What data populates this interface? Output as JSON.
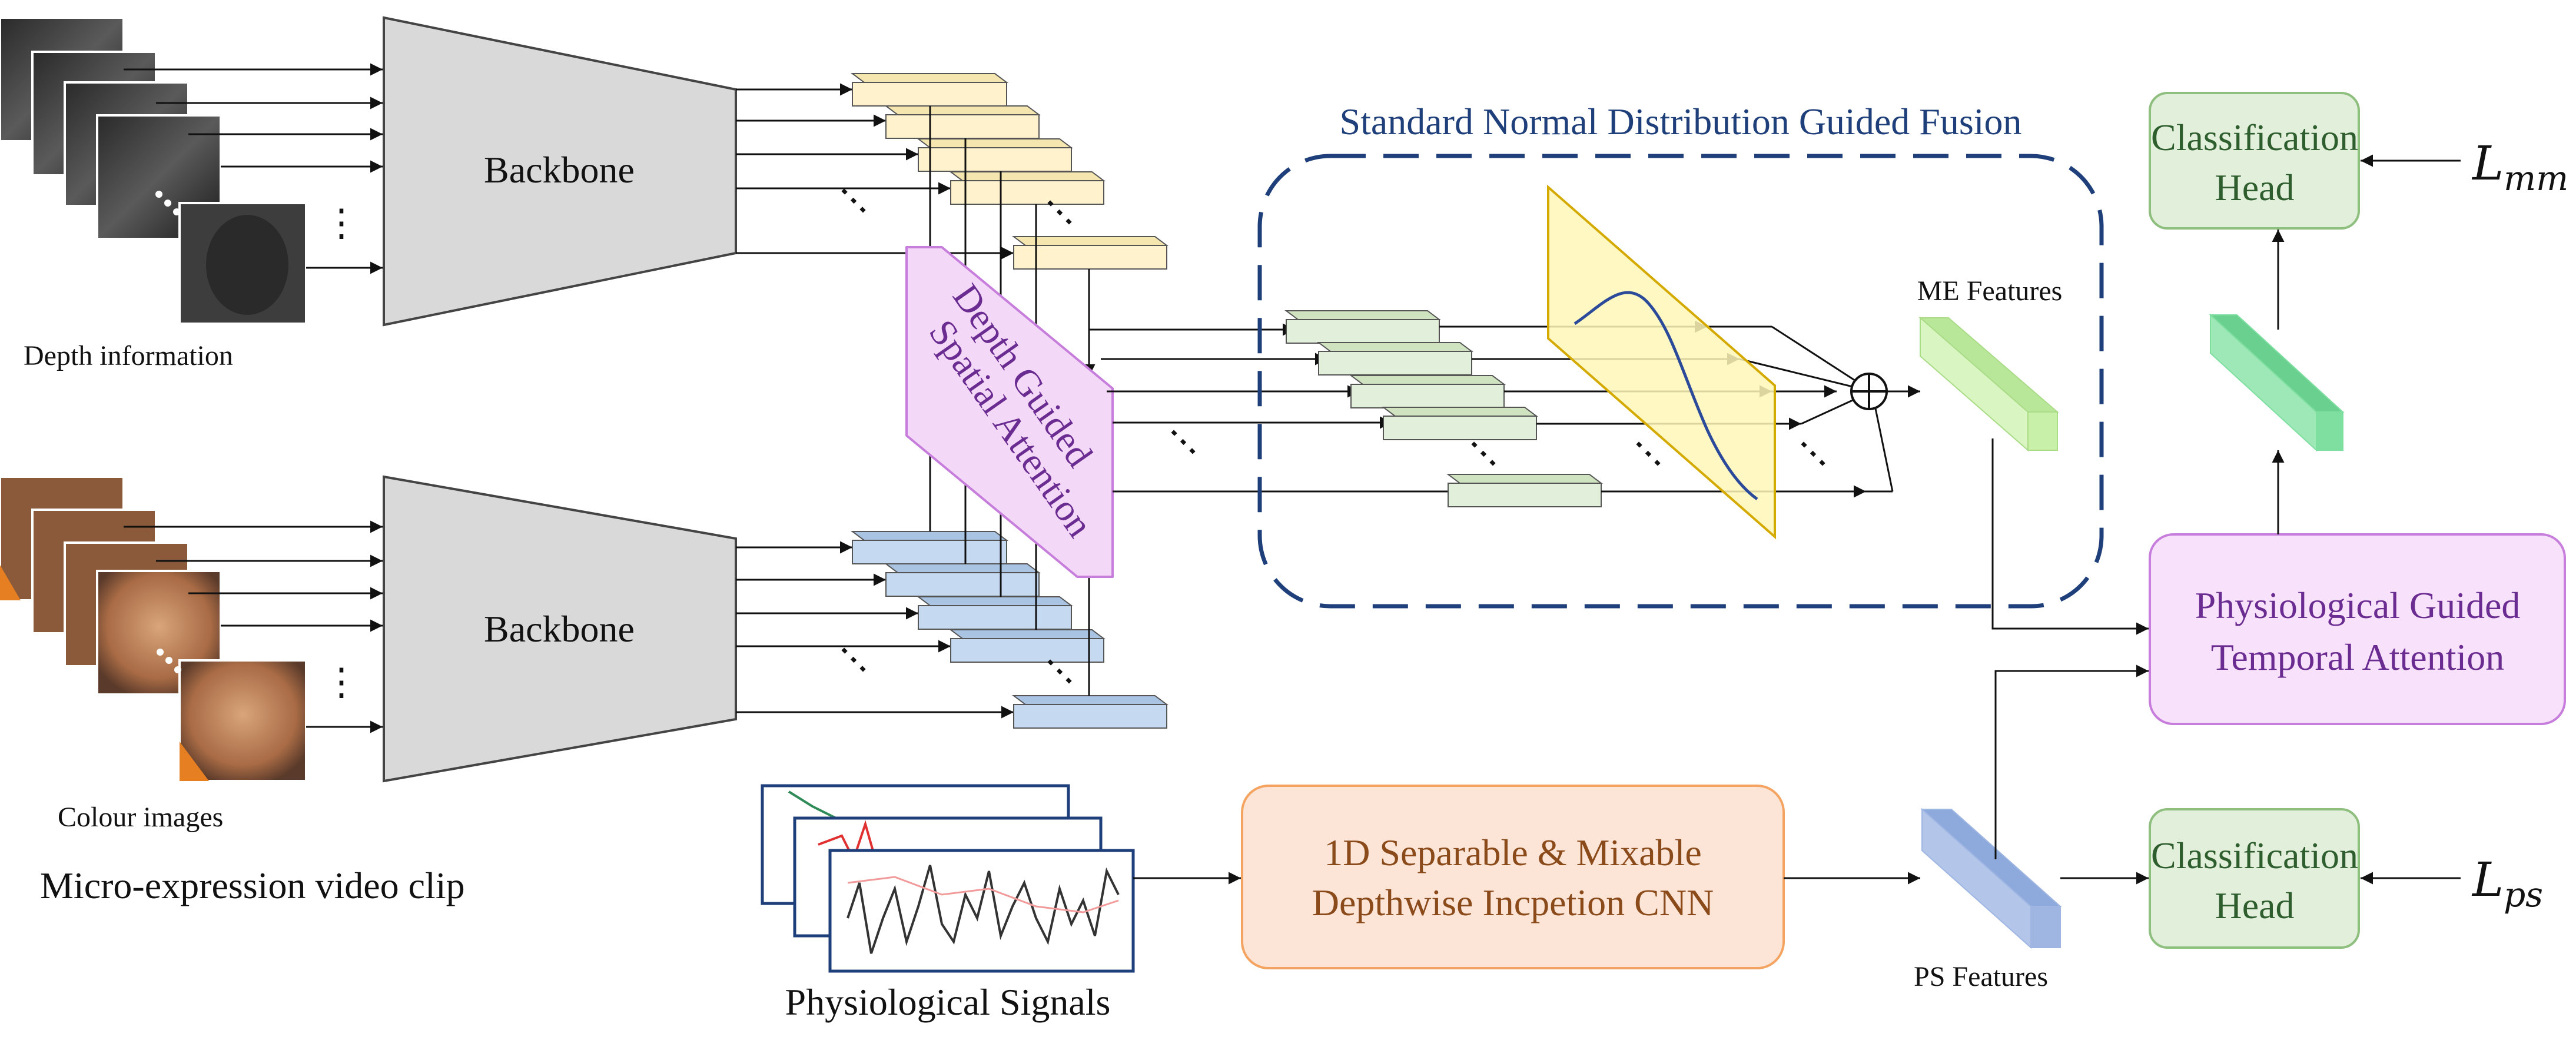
{
  "labels": {
    "backbone_top": "Backbone",
    "backbone_bottom": "Backbone",
    "depth_info": "Depth information",
    "colour_images": "Colour images",
    "video_clip": "Micro-expression video clip",
    "physio_signals": "Physiological Signals",
    "sndgf_title": "Standard Normal Distribution Guided Fusion",
    "dgsa_line1": "Depth Guided",
    "dgsa_line2": "Spatial Attention",
    "me_features": "ME Features",
    "ps_features": "PS Features",
    "cnn_line1": "1D Separable & Mixable",
    "cnn_line2": "Depthwise Incpetion CNN",
    "pgta_line1": "Physiological Guided",
    "pgta_line2": "Temporal Attention",
    "cls_top_line1": "Classification",
    "cls_top_line2": "Head",
    "cls_bottom_line1": "Classification",
    "cls_bottom_line2": "Head",
    "loss_mm_base": "L",
    "loss_mm_sub": "mm",
    "loss_ps_base": "L",
    "loss_ps_sub": "ps",
    "ellipsis": "⋮"
  },
  "colors": {
    "backbone_fill": "#d9d9d9",
    "depth_feature_fill": "#fff2cc",
    "colour_feature_fill": "#c5d9f1",
    "fused_feature_fill": "#e2efda",
    "dgsa_fill": "#f3d9f7",
    "dgsa_stroke": "#c77ddb",
    "sndgf_border": "#1f3f7a",
    "yellow_plane": "#fff7b8",
    "yellow_plane_stroke": "#d4aa00",
    "me_feature_fill": "#c9f0a8",
    "ps_feature_fill": "#9fb6e3",
    "cnn_fill": "#fce4d6",
    "cnn_stroke": "#f4a460",
    "pgta_fill": "#f7e1fb",
    "pgta_stroke": "#c77ddb",
    "cls_fill": "#e2efda",
    "cls_stroke": "#8fbf7f",
    "temporal_feature_fill": "#7fdfa0"
  }
}
